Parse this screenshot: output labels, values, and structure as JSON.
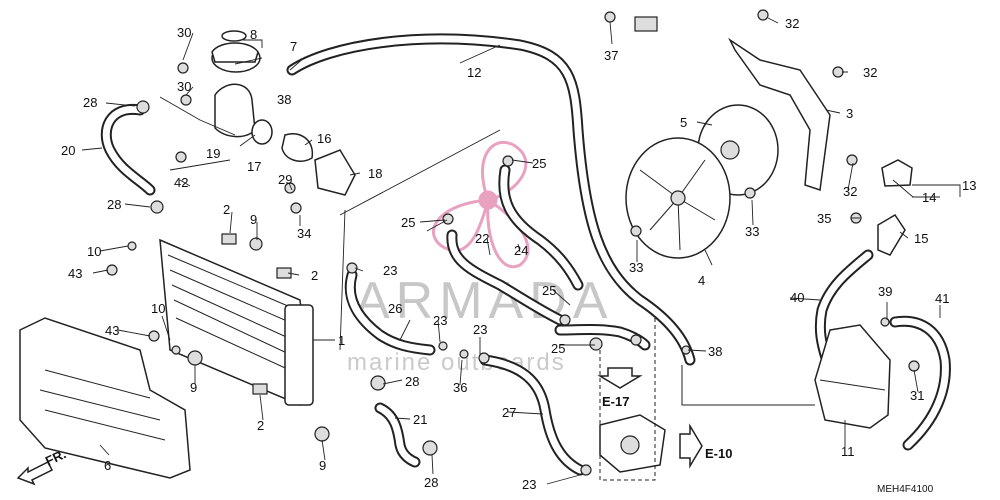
{
  "callouts": {
    "c30a": "30",
    "c30b": "30",
    "c8": "8",
    "c7": "7",
    "c12": "12",
    "c37": "37",
    "c32a": "32",
    "c32b": "32",
    "c32c": "32",
    "c28a": "28",
    "c38a": "38",
    "c19": "19",
    "c17": "17",
    "c16": "16",
    "c3": "3",
    "c5": "5",
    "c20": "20",
    "c42": "42",
    "c18": "18",
    "c29": "29",
    "c25a": "25",
    "c13": "13",
    "c14": "14",
    "c28b": "28",
    "c2a": "2",
    "c9a": "9",
    "c34": "34",
    "c25b": "25",
    "c22": "22",
    "c24": "24",
    "c33a": "33",
    "c33b": "33",
    "c35": "35",
    "c15": "15",
    "c10a": "10",
    "c43a": "43",
    "c23a": "23",
    "c2b": "2",
    "c4": "4",
    "c40": "40",
    "c39": "39",
    "c41": "41",
    "c10b": "10",
    "c26": "26",
    "c25c": "25",
    "c1": "1",
    "c43b": "43",
    "c23b": "23",
    "c23c": "23",
    "c25d": "25",
    "c38b": "38",
    "c9b": "9",
    "c36": "36",
    "c28c": "28",
    "c31": "31",
    "c6": "6",
    "c2c": "2",
    "c27": "27",
    "c21": "21",
    "c11": "11",
    "c9c": "9",
    "c28d": "28",
    "c23d": "23"
  },
  "refs": {
    "e17": "E-17",
    "e10": "E-10"
  },
  "direction": "FR.",
  "diagram_code": "MEH4F4100",
  "watermark": {
    "brand": "ARMADA",
    "tagline": "marine outboards",
    "color": "#e07aa8"
  }
}
